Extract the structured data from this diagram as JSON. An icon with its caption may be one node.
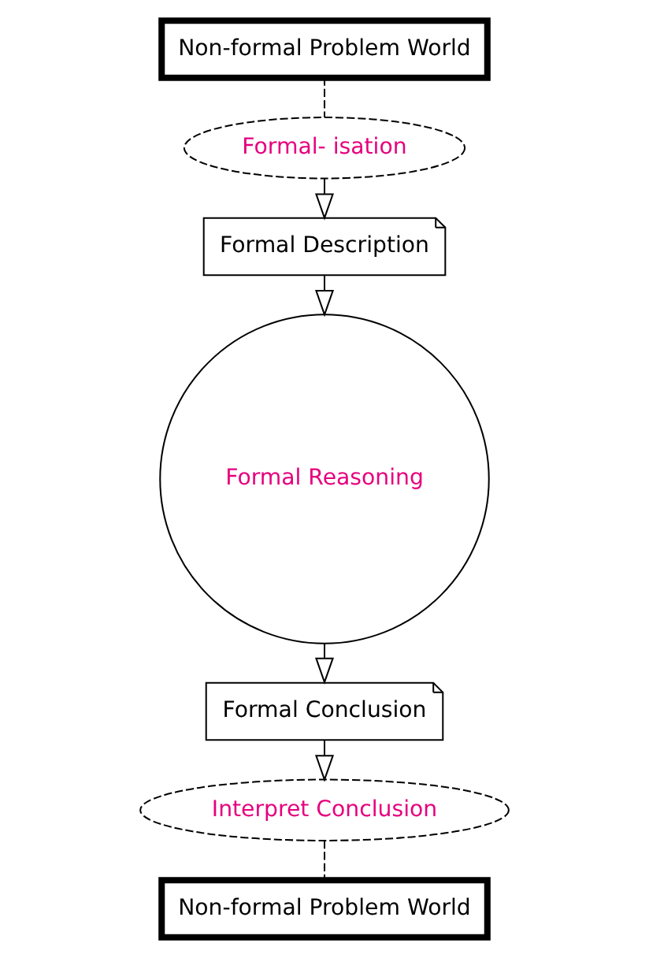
{
  "diagram": {
    "nodes": [
      {
        "text": [
          "Non-formal Problem World"
        ]
      },
      {
        "text": [
          "Formal- isation"
        ]
      },
      {
        "text": [
          "Formal Description"
        ]
      },
      {
        "text": [
          "Formal Reasoning"
        ]
      },
      {
        "text": [
          "Formal Conclusion"
        ]
      },
      {
        "text": [
          "Interpret Conclusion"
        ]
      },
      {
        "text": [
          "Non-formal Problem World"
        ]
      }
    ],
    "edges": [
      {
        "from": 0,
        "to": 1,
        "arrow": "none",
        "style": "dashed"
      },
      {
        "from": 1,
        "to": 2,
        "arrow": "to"
      },
      {
        "from": 2,
        "to": 3,
        "arrow": "to"
      },
      {
        "from": 3,
        "to": 4,
        "arrow": "to"
      },
      {
        "from": 4,
        "to": 5,
        "arrow": "to"
      },
      {
        "from": 5,
        "to": 6,
        "arrow": "none",
        "style": "dashed"
      }
    ]
  }
}
